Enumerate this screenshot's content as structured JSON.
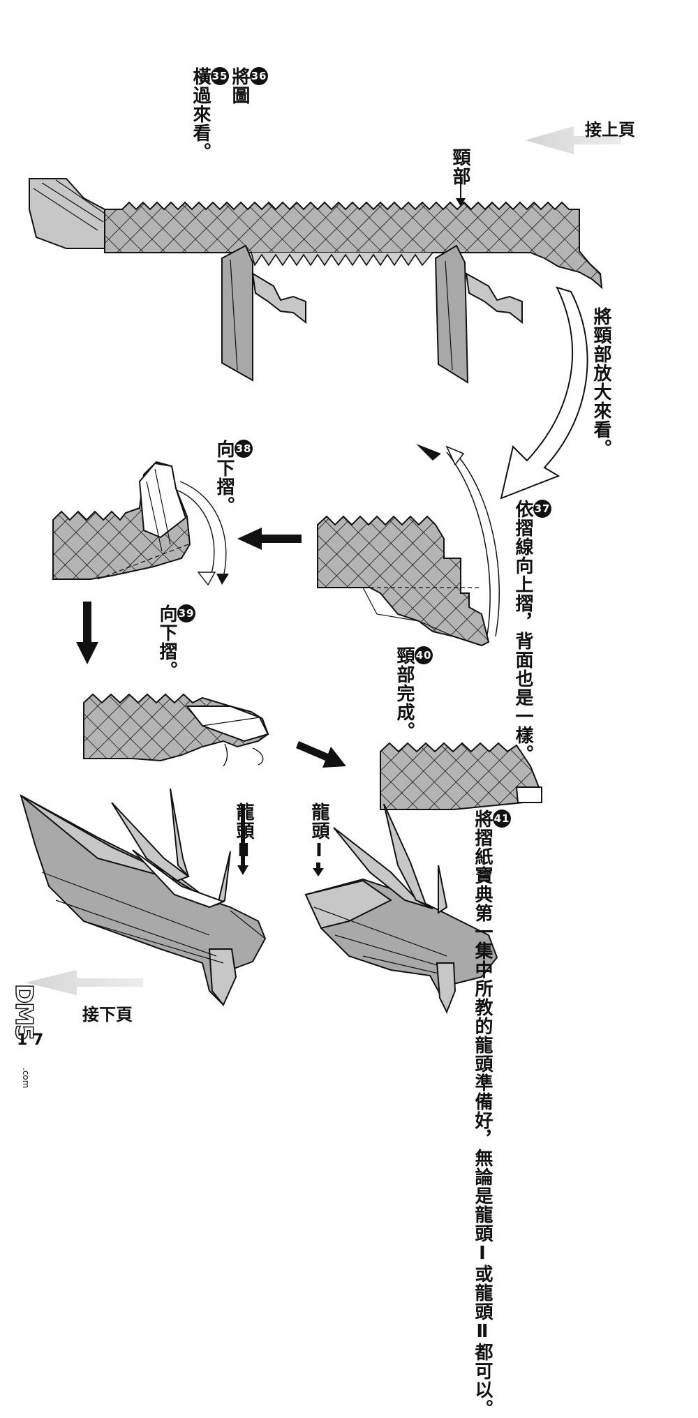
{
  "nav": {
    "continue_from_prev": "接上頁",
    "continue_to_next": "接下頁"
  },
  "steps": [
    {
      "number": "36",
      "text_a": "將圖",
      "ref_number": "35",
      "text_b": "橫過來看。"
    },
    {
      "number": "37",
      "text": "依摺線向上摺，背面也是一樣。"
    },
    {
      "number": "38",
      "text": "向下摺。"
    },
    {
      "number": "39",
      "text": "向下摺。"
    },
    {
      "number": "40",
      "text": "頸部完成。"
    },
    {
      "number": "41",
      "text": "將摺紙寶典第一集中所教的龍頭準備好，無論是龍頭Ⅰ或龍頭Ⅱ都可以。"
    }
  ],
  "labels": {
    "neck": "頸部",
    "zoom_neck": "將頸部放大來看。",
    "dragon_head_2": "龍頭Ⅱ",
    "dragon_head_1": "龍頭Ⅰ"
  },
  "icons": {
    "big_arrow": "curved-arrow-icon",
    "step_arrow": "solid-arrow-icon",
    "page_arrow": "hollow-arrow-icon"
  },
  "footer": {
    "logo": "DM5",
    "logo_sub": ".com",
    "page_number": "1 7"
  }
}
